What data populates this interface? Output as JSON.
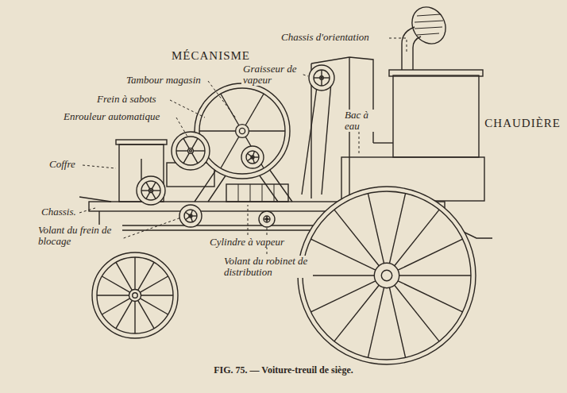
{
  "diagram": {
    "caption": "FIG. 75. — Voiture-treuil de siège.",
    "labels": [
      "MÉCANISME",
      "Chassis d'orientation",
      "Graisseur de vapeur",
      "Tambour magasin",
      "Frein à sabots",
      "Enrouleur automatique",
      "Bac à eau",
      "CHAUDIÈRE",
      "Coffre",
      "Chassis.",
      "Volant du frein de blocage",
      "Cylindre à vapeur",
      "Volant du robinet de distribution"
    ]
  }
}
